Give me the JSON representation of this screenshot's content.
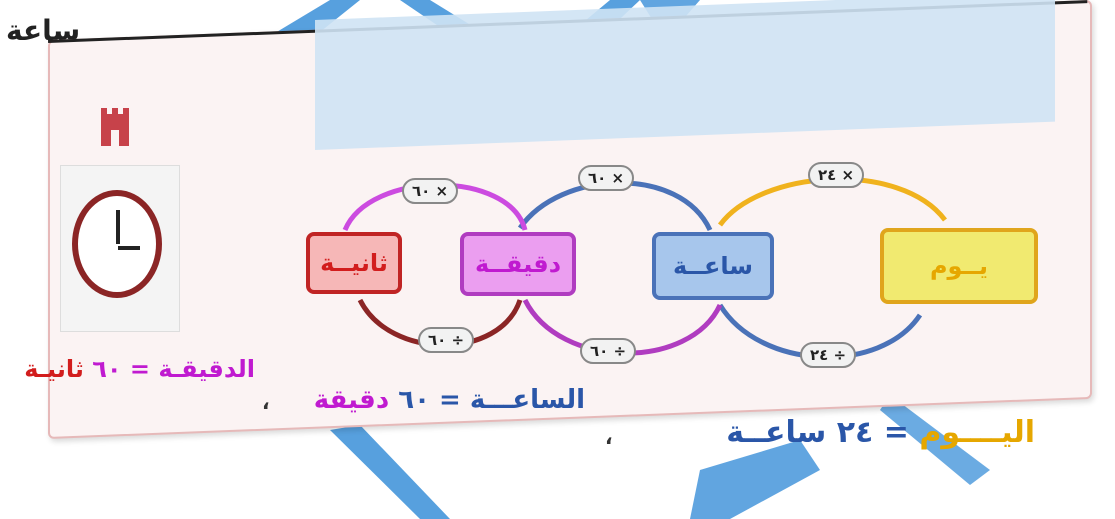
{
  "header": {
    "corner_label": "ساعة"
  },
  "units": {
    "day": "يــوم",
    "hour": "ساعــة",
    "minute": "دقيقــة",
    "second": "ثانيــة"
  },
  "operators": {
    "day_to_hour": "× ٢٤",
    "hour_to_day": "÷ ٢٤",
    "hour_to_minute": "× ٦٠",
    "minute_to_hour": "÷ ٦٠",
    "minute_to_second": "× ٦٠",
    "second_to_minute": "÷ ٦٠"
  },
  "equations": {
    "day": {
      "lhs": "اليــــوم",
      "eq": "=",
      "rhs_num": "٢٤",
      "rhs_unit": "ساعــة"
    },
    "hour": {
      "lhs": "الساعـــة",
      "eq": "=",
      "rhs_num": "٦٠",
      "rhs_unit": "دقيقة"
    },
    "minute": {
      "lhs": "الدقيقـة",
      "eq": "=",
      "rhs_num": "٦٠",
      "rhs_unit": "ثانيـة"
    },
    "separator": "،"
  },
  "colors": {
    "day": "#e6a700",
    "hour": "#2a56a8",
    "minute": "#c01ad0",
    "second": "#d21d1d",
    "watermark": "#3a8fd8"
  },
  "icons": [
    "clock-icon",
    "castle-icon"
  ]
}
